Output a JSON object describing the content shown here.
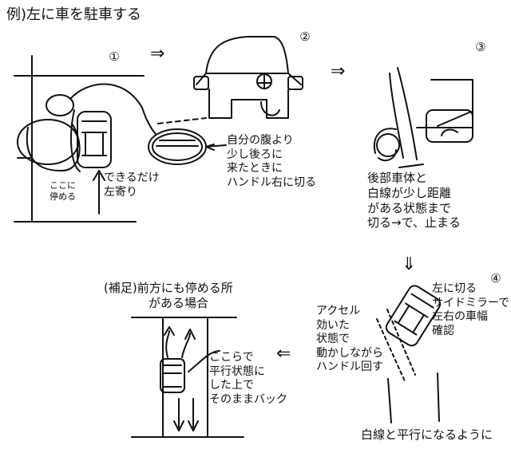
{
  "title": "例)左に車を駐車する",
  "steps": {
    "s1": "①",
    "s2": "②",
    "s3": "③",
    "s4": "④"
  },
  "step1": {
    "stop_here": [
      "ここに",
      "停める"
    ],
    "keep_left": [
      "できるだけ",
      "左寄り"
    ]
  },
  "step2": {
    "note": [
      "自分の腹より",
      "少し後ろに",
      "来たときに",
      "ハンドル右に切る"
    ]
  },
  "step3": {
    "note": [
      "後部車体と",
      "白線が少し距離",
      "がある状態まで",
      "切る→で、止まる"
    ]
  },
  "step4": {
    "turn_left": [
      "左に切る",
      "サイドミラーで",
      "左右の車幅",
      "確認"
    ],
    "accel": [
      "アクセル",
      "効いた",
      "状態で",
      "動かしながら",
      "ハンドル回す"
    ],
    "parallel": "白線と平行になるように"
  },
  "supplement": {
    "title": [
      "(補足)前方にも停める所",
      "がある場合"
    ],
    "note": [
      "ここらで",
      "平行状態に",
      "した上で",
      "そのままバック"
    ]
  },
  "arrows": {
    "right": "⇒",
    "down": "⇓",
    "left": "⇐"
  }
}
